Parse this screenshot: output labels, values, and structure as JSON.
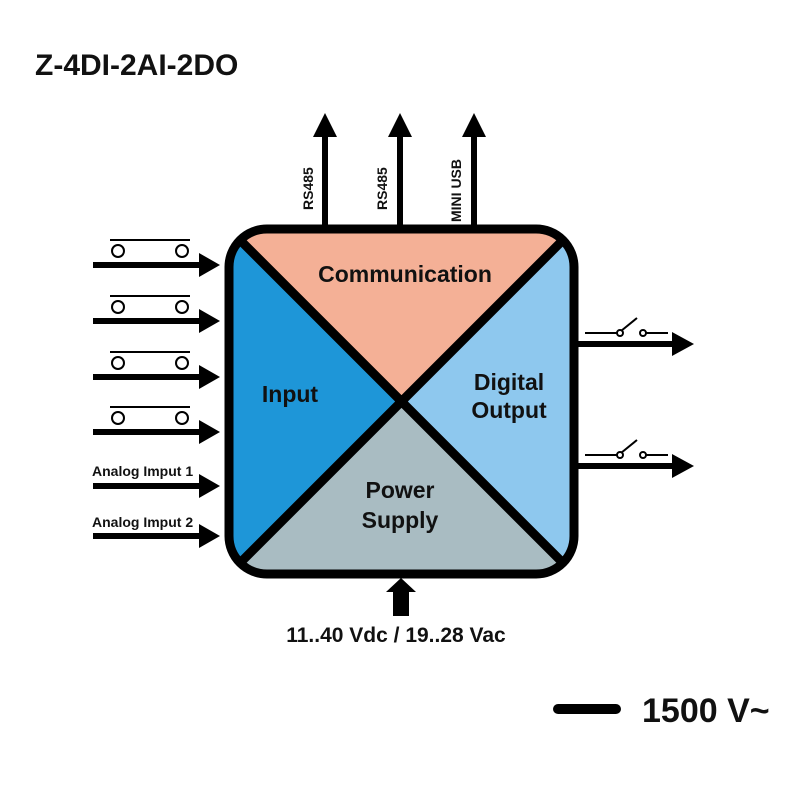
{
  "title": "Z-4DI-2AI-2DO",
  "quadrants": {
    "communication": {
      "label": "Communication",
      "color": "#f4b096"
    },
    "input": {
      "label": "Input",
      "color": "#1e96d8"
    },
    "digital_output": {
      "label_line1": "Digital",
      "label_line2": "Output",
      "color": "#8ec8ee"
    },
    "power_supply": {
      "label_line1": "Power",
      "label_line2": "Supply",
      "color": "#a9bcc2"
    }
  },
  "comm_ports": [
    "RS485",
    "RS485",
    "MINI USB"
  ],
  "digital_inputs_count": 4,
  "analog_inputs": [
    "Analog Imput 1",
    "Analog Imput 2"
  ],
  "digital_outputs_count": 2,
  "power_supply_rating": "11..40 Vdc / 19..28 Vac",
  "isolation": "1500 V~",
  "icons": [
    "pushbutton-switch-icon",
    "relay-contact-icon",
    "arrow-icon"
  ]
}
